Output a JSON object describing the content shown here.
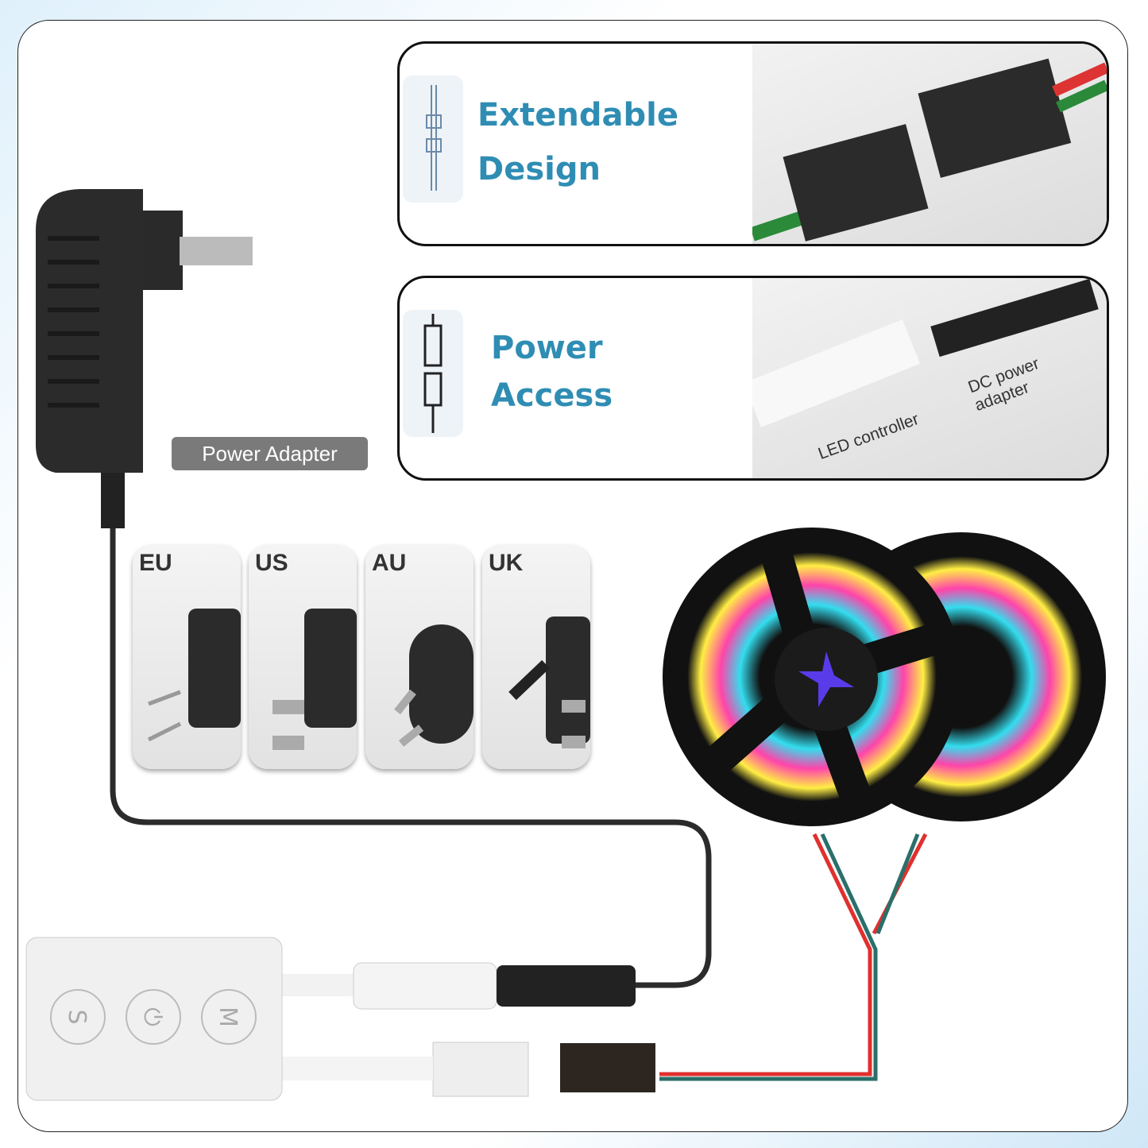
{
  "features": [
    {
      "title_line1": "Extendable",
      "title_line2": "Design",
      "icon": "connector-icon"
    },
    {
      "title_line1": "Power",
      "title_line2": "Access",
      "icon": "dc-jack-icon"
    }
  ],
  "photo_labels": {
    "dc_power_adapter": "DC power adapter",
    "led_controller": "LED controller"
  },
  "adapter_label": "Power Adapter",
  "plug_types": [
    "EU",
    "US",
    "AU",
    "UK"
  ],
  "controller_buttons": [
    "S",
    "⏻",
    "M"
  ],
  "colors": {
    "accent": "#2f8db4",
    "label_bg": "#7a7a7a",
    "cable": "#2b2b2b"
  }
}
